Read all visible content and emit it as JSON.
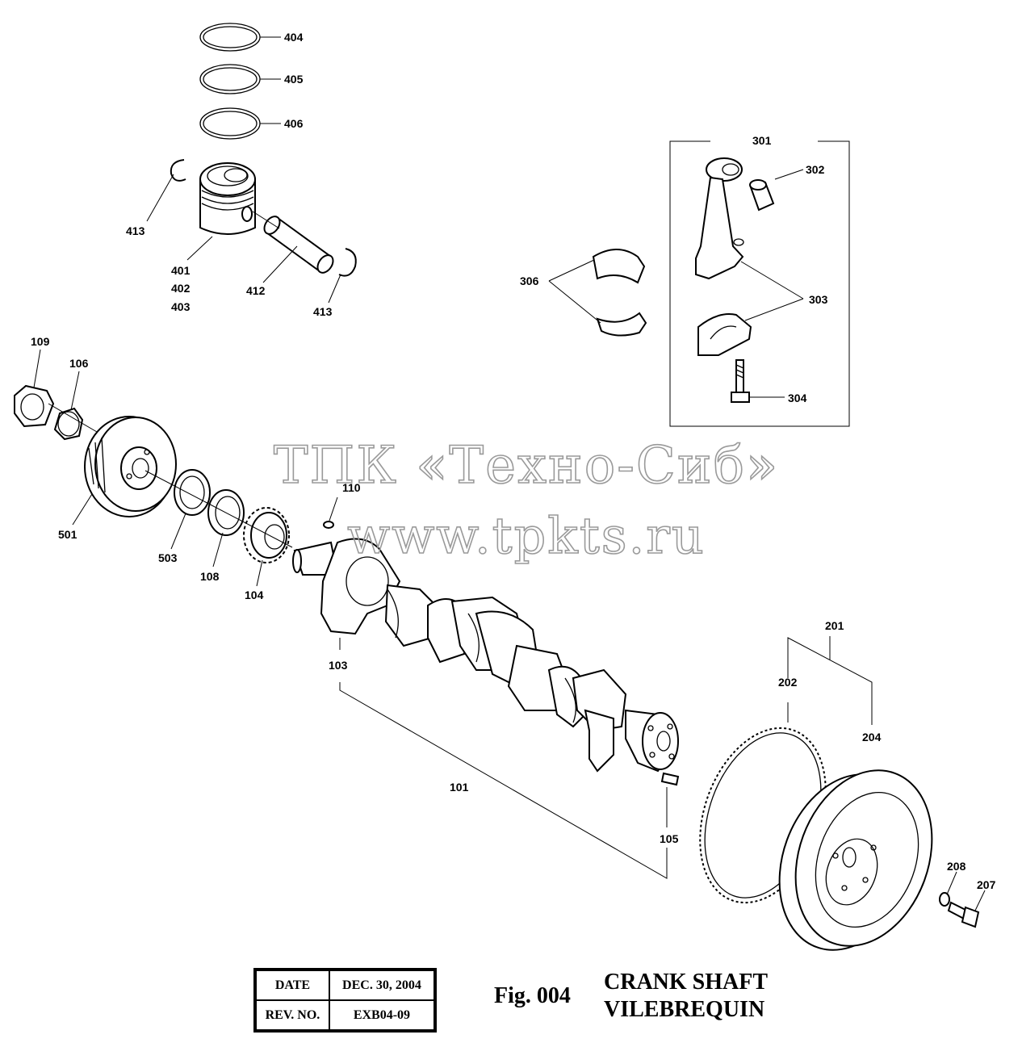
{
  "watermark": {
    "line1": "ТПК «Техно-Сиб»",
    "line2": "www.tpkts.ru"
  },
  "labels": {
    "p404": "404",
    "p405": "405",
    "p406": "406",
    "p413a": "413",
    "p413b": "413",
    "p401": "401",
    "p402": "402",
    "p403": "403",
    "p412": "412",
    "p301": "301",
    "p302": "302",
    "p303": "303",
    "p304": "304",
    "p306": "306",
    "p109": "109",
    "p106": "106",
    "p501": "501",
    "p503": "503",
    "p108": "108",
    "p104": "104",
    "p110": "110",
    "p103": "103",
    "p101": "101",
    "p105": "105",
    "p201": "201",
    "p202": "202",
    "p204": "204",
    "p208": "208",
    "p207": "207"
  },
  "title_block": {
    "date_label": "DATE",
    "date_value": "DEC. 30, 2004",
    "rev_label": "REV. NO.",
    "rev_value": "EXB04-09"
  },
  "figure": {
    "number": "Fig. 004",
    "title_line1": "CRANK SHAFT",
    "title_line2": "VILEBREQUIN"
  }
}
